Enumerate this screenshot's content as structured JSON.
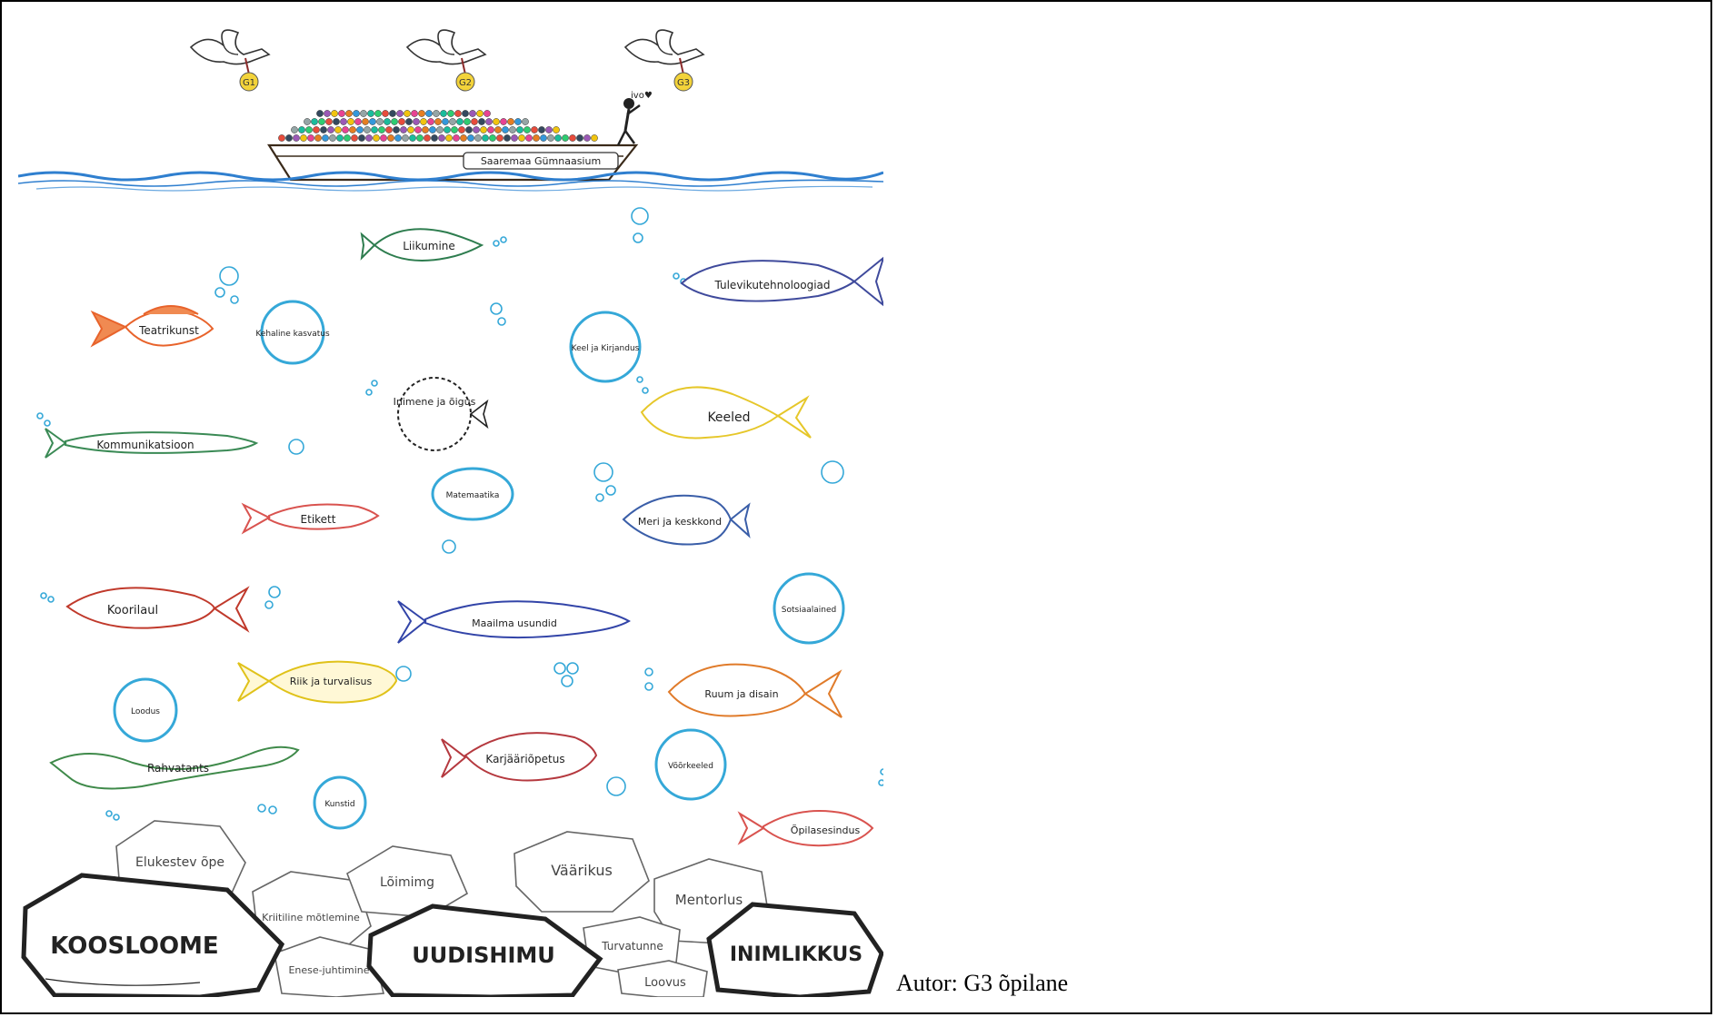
{
  "poster": {
    "gulls": [
      "G1",
      "G2",
      "G3"
    ],
    "ship_name": "Saaremaa Gümnaasium",
    "captain": "ivo♥",
    "fish": [
      {
        "label": "Liikumine",
        "color": "#2e7d4f"
      },
      {
        "label": "Tulevikutehnoloogiad",
        "color": "#3f4a9c"
      },
      {
        "label": "Teatrikunst",
        "color": "#e8632b"
      },
      {
        "label": "Kommunikatsioon",
        "color": "#3a8a55"
      },
      {
        "label": "Keeled",
        "color": "#e6c72a"
      },
      {
        "label": "Etikett",
        "color": "#d9534f"
      },
      {
        "label": "Meri ja keskkond",
        "color": "#3a5ea8"
      },
      {
        "label": "Koorilaul",
        "color": "#c0392b"
      },
      {
        "label": "Maailma usundid",
        "color": "#3244a8"
      },
      {
        "label": "Riik ja turvalisus",
        "color": "#e0c21a"
      },
      {
        "label": "Ruum ja disain",
        "color": "#e07b2a"
      },
      {
        "label": "Rahvatants",
        "color": "#3f8a4a"
      },
      {
        "label": "Karjääriõpetus",
        "color": "#b5393f"
      },
      {
        "label": "Õpilasesindus",
        "color": "#d9534f"
      },
      {
        "label": "Inimene ja õigus",
        "color": "#222222"
      }
    ],
    "bubbles": [
      "Kehaline kasvatus",
      "Keel ja Kirjandus",
      "Matemaatika",
      "Sotsiaalained",
      "Loodus",
      "Võõrkeeled",
      "Kunstid"
    ],
    "stones": [
      "Elukestev õpe",
      "KOOSLOOME",
      "Kriitiline mõtlemine",
      "Lõimimg",
      "Enese-juhtimine",
      "UUDISHIMU",
      "Väärikus",
      "Mentorlus",
      "Turvatunne",
      "Loovus",
      "INIMLIKKUS"
    ]
  },
  "caption": "Autor: G3 õpilane",
  "colors": {
    "water": "#2f7fcf",
    "bubble": "#35a8d8"
  }
}
